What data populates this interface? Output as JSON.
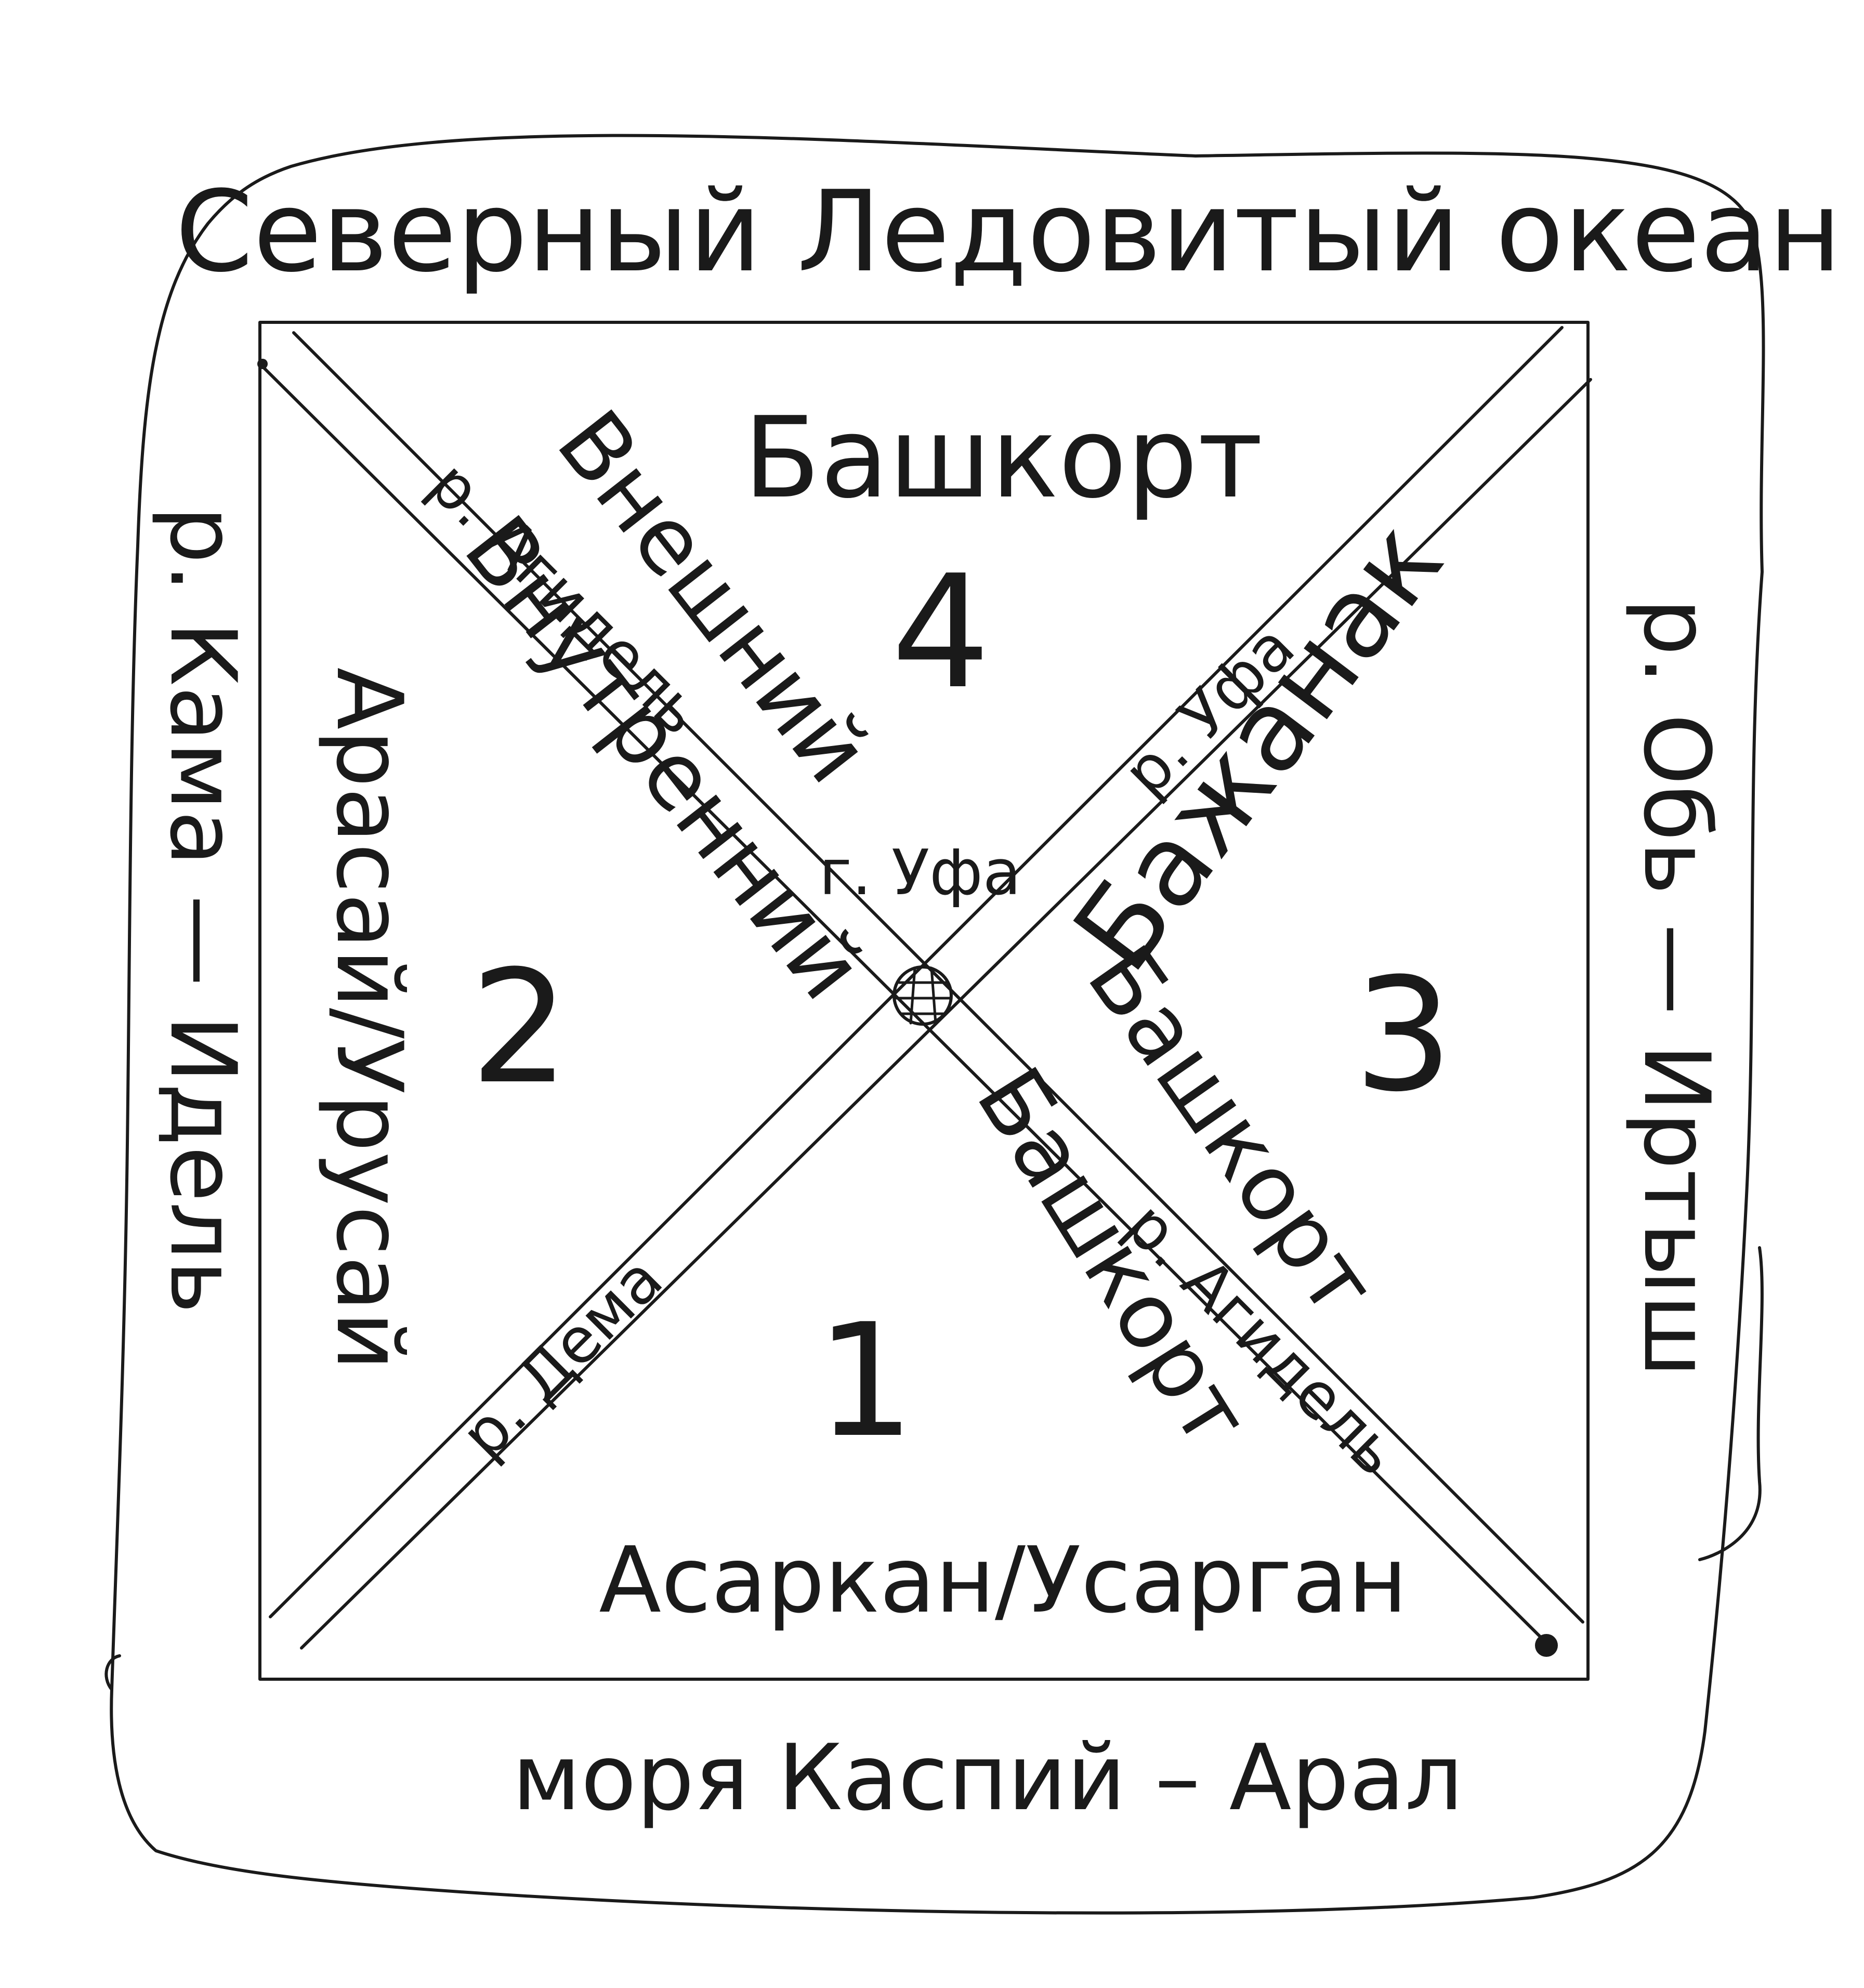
{
  "colors": {
    "ink": "#1a1a1a",
    "paper": "#ffffff"
  },
  "borders": {
    "north": "Северный Ледовитый океан",
    "south": "моря Каспий – Арал",
    "west": "р. Кама — Идель",
    "east": "р. Обь — Иртыш"
  },
  "sectors": [
    {
      "number": "1",
      "names": [
        "Башкорт",
        "Асаркан/Усарган"
      ]
    },
    {
      "number": "2",
      "names": [
        "Арасай/Урусай"
      ]
    },
    {
      "number": "3",
      "names": [
        "Башкорт",
        "Бажанак"
      ]
    },
    {
      "number": "4",
      "names": [
        "Башкорт",
        "Внешний",
        "Внутренний"
      ]
    }
  ],
  "rivers": {
    "nw_upper": "р. Агидель",
    "se_lower": "р. Агидель",
    "ne": "р. Уфа",
    "sw": "р. Дема"
  },
  "center": {
    "city": "г. Уфа"
  }
}
